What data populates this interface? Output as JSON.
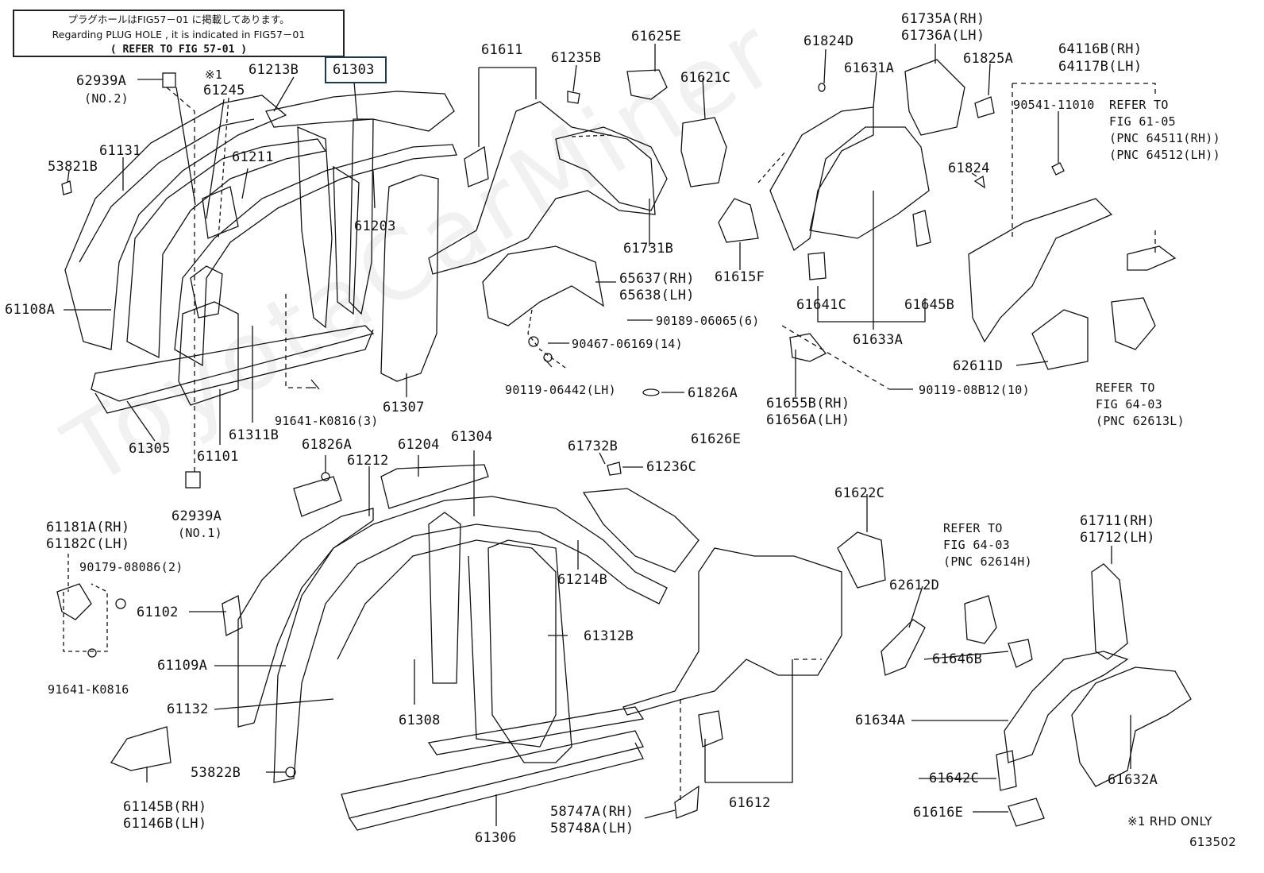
{
  "note": {
    "line1": "プラグホールはFIG57－01 に掲載してあります。",
    "line2": "Regarding PLUG HOLE , it is indicated in FIG57－01",
    "line3": "( REFER TO FIG 57-01 )"
  },
  "watermark": "ToyotaCarMiner",
  "figure_code": "613502",
  "footnote": "※1 RHD ONLY",
  "highlight_color": "#1b3a54",
  "labels": {
    "l62939a_top": "62939A",
    "no2": "(NO.2)",
    "star1": "※1",
    "l61245": "61245",
    "l61213b": "61213B",
    "l61303": "61303",
    "l61131": "61131",
    "l53821b": "53821B",
    "l61211": "61211",
    "l61203": "61203",
    "l61108a": "61108A",
    "l61305": "61305",
    "l61101": "61101",
    "l61311b": "61311B",
    "l61307": "61307",
    "l91641_3": "91641-K0816(3)",
    "l62939a_bot": "62939A",
    "no1": "(NO.1)",
    "l61611": "61611",
    "l61235b": "61235B",
    "l61625e": "61625E",
    "l61621c": "61621C",
    "l61731b": "61731B",
    "l65637": "65637(RH)",
    "l65638": "65638(LH)",
    "l90189": "90189-06065(6)",
    "l90467": "90467-06169(14)",
    "l90119_lh": "90119-06442(LH)",
    "l61824d": "61824D",
    "l61735a": "61735A(RH)",
    "l61736a": "61736A(LH)",
    "l61631a": "61631A",
    "l61825a": "61825A",
    "l64116b": "64116B(RH)",
    "l64117b": "64117B(LH)",
    "l90541": "90541-11010",
    "refer_to1": "REFER TO",
    "fig6105": "FIG 61-05",
    "pnc64511": "(PNC 64511(RH))",
    "pnc64512": "(PNC 64512(LH))",
    "l61824": "61824",
    "l61615f": "61615F",
    "l61641c": "61641C",
    "l61645b": "61645B",
    "l61633a": "61633A",
    "l62611d": "62611D",
    "refer_to2": "REFER TO",
    "fig6403a": "FIG 64-03",
    "pnc62613l": "(PNC 62613L)",
    "l61826a_r": "61826A",
    "l90119_10": "90119-08B12(10)",
    "l61655b": "61655B(RH)",
    "l61656a": "61656A(LH)",
    "l61626e": "61626E",
    "l61826a_l": "61826A",
    "l61212": "61212",
    "l61204": "61204",
    "l61304": "61304",
    "l61732b": "61732B",
    "l61236c": "61236C",
    "l61622c": "61622C",
    "l61181a": "61181A(RH)",
    "l61182c": "61182C(LH)",
    "l90179": "90179-08086(2)",
    "l61102": "61102",
    "l61214b": "61214B",
    "l62612d": "62612D",
    "refer_to3": "REFER TO",
    "fig6403b": "FIG 64-03",
    "pnc62614h": "(PNC 62614H)",
    "l61711": "61711(RH)",
    "l61712": "61712(LH)",
    "l61312b": "61312B",
    "l61109a": "61109A",
    "l61646b": "61646B",
    "l91641": "91641-K0816",
    "l61132": "61132",
    "l61308": "61308",
    "l61634a": "61634A",
    "l53822b": "53822B",
    "l61642c": "61642C",
    "l61632a": "61632A",
    "l61145b": "61145B(RH)",
    "l61146b": "61146B(LH)",
    "l58747a": "58747A(RH)",
    "l58748a": "58748A(LH)",
    "l61612": "61612",
    "l61616e": "61616E",
    "l61306": "61306"
  }
}
